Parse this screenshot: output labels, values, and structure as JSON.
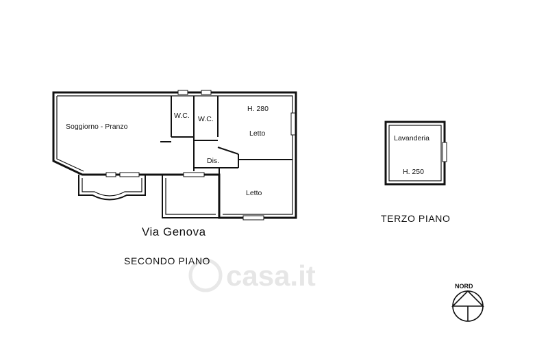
{
  "rooms": {
    "soggiorno": "Soggiorno - Pranzo",
    "wc1": "W.C.",
    "wc2": "W.C.",
    "letto1_height": "H. 280",
    "letto1": "Letto",
    "dis": "Dis.",
    "letto2": "Letto",
    "lavanderia": "Lavanderia",
    "lavanderia_height": "H. 250"
  },
  "labels": {
    "street": "Via Genova",
    "second_floor": "SECONDO PIANO",
    "third_floor": "TERZO PIANO",
    "north": "NORD"
  },
  "watermark": {
    "text": "casa.it"
  }
}
